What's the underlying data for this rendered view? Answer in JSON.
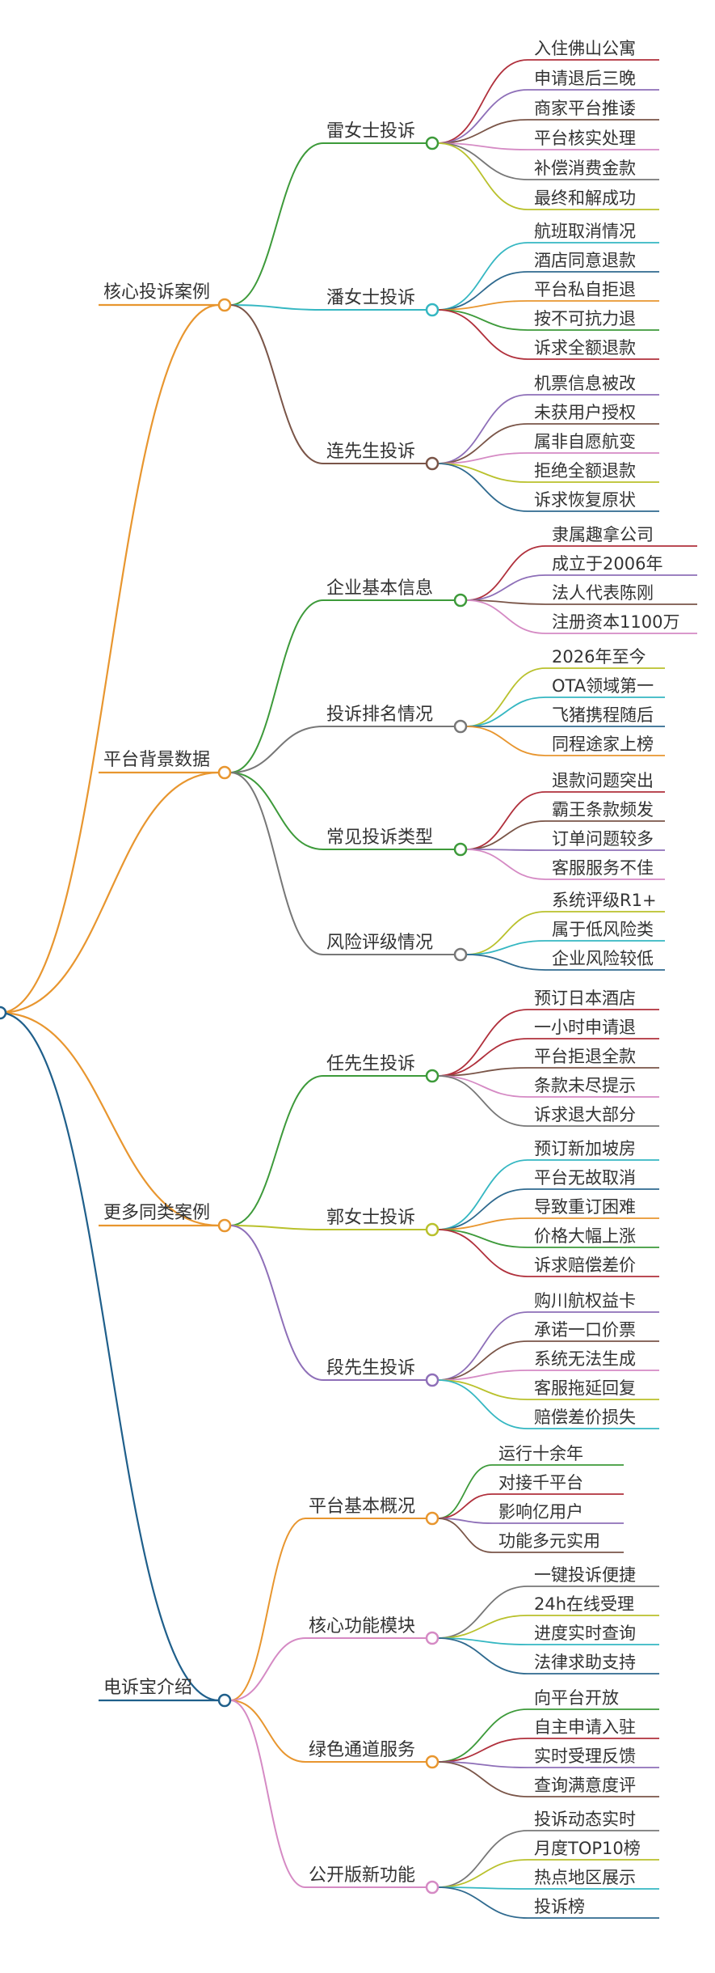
{
  "colors": {
    "orange": "#e8962f",
    "blue": "#1f5f8b",
    "green": "#3d9a3a",
    "cyan": "#35b7c2",
    "brown": "#7a5548",
    "gray": "#777777",
    "olive": "#b9c12c",
    "purple": "#8e6fb8",
    "pink": "#d58ac4",
    "red": "#b0303c",
    "navy": "#2f6a8f"
  },
  "branches": [
    {
      "label": "核心投诉案例",
      "color": "orange",
      "children": [
        {
          "label": "雷女士投诉",
          "color": "green",
          "leaves": [
            {
              "label": "入住佛山公寓",
              "color": "red"
            },
            {
              "label": "申请退后三晚",
              "color": "purple"
            },
            {
              "label": "商家平台推诿",
              "color": "brown"
            },
            {
              "label": "平台核实处理",
              "color": "pink"
            },
            {
              "label": "补偿消费金款",
              "color": "gray"
            },
            {
              "label": "最终和解成功",
              "color": "olive"
            }
          ]
        },
        {
          "label": "潘女士投诉",
          "color": "cyan",
          "leaves": [
            {
              "label": "航班取消情况",
              "color": "cyan"
            },
            {
              "label": "酒店同意退款",
              "color": "navy"
            },
            {
              "label": "平台私自拒退",
              "color": "orange"
            },
            {
              "label": "按不可抗力退",
              "color": "green"
            },
            {
              "label": "诉求全额退款",
              "color": "red"
            }
          ]
        },
        {
          "label": "连先生投诉",
          "color": "brown",
          "leaves": [
            {
              "label": "机票信息被改",
              "color": "purple"
            },
            {
              "label": "未获用户授权",
              "color": "brown"
            },
            {
              "label": "属非自愿航变",
              "color": "pink"
            },
            {
              "label": "拒绝全额退款",
              "color": "olive"
            },
            {
              "label": "诉求恢复原状",
              "color": "navy"
            }
          ]
        }
      ]
    },
    {
      "label": "平台背景数据",
      "color": "orange",
      "children": [
        {
          "label": "企业基本信息",
          "color": "green",
          "leaves": [
            {
              "label": "隶属趣拿公司",
              "color": "red"
            },
            {
              "label": "成立于2006年",
              "color": "purple"
            },
            {
              "label": "法人代表陈刚",
              "color": "brown"
            },
            {
              "label": "注册资本1100万",
              "color": "pink"
            }
          ]
        },
        {
          "label": "投诉排名情况",
          "color": "gray",
          "leaves": [
            {
              "label": "2026年至今",
              "color": "olive"
            },
            {
              "label": "OTA领域第一",
              "color": "cyan"
            },
            {
              "label": "飞猪携程随后",
              "color": "navy"
            },
            {
              "label": "同程途家上榜",
              "color": "orange"
            }
          ]
        },
        {
          "label": "常见投诉类型",
          "color": "green",
          "leaves": [
            {
              "label": "退款问题突出",
              "color": "red"
            },
            {
              "label": "霸王条款频发",
              "color": "brown"
            },
            {
              "label": "订单问题较多",
              "color": "purple"
            },
            {
              "label": "客服服务不佳",
              "color": "pink"
            }
          ]
        },
        {
          "label": "风险评级情况",
          "color": "gray",
          "leaves": [
            {
              "label": "系统评级R1+",
              "color": "olive"
            },
            {
              "label": "属于低风险类",
              "color": "cyan"
            },
            {
              "label": "企业风险较低",
              "color": "navy"
            }
          ]
        }
      ]
    },
    {
      "label": "更多同类案例",
      "color": "orange",
      "children": [
        {
          "label": "任先生投诉",
          "color": "green",
          "leaves": [
            {
              "label": "预订日本酒店",
              "color": "red"
            },
            {
              "label": "一小时申请退",
              "color": "red"
            },
            {
              "label": "平台拒退全款",
              "color": "brown"
            },
            {
              "label": "条款未尽提示",
              "color": "pink"
            },
            {
              "label": "诉求退大部分",
              "color": "gray"
            }
          ]
        },
        {
          "label": "郭女士投诉",
          "color": "olive",
          "leaves": [
            {
              "label": "预订新加坡房",
              "color": "cyan"
            },
            {
              "label": "平台无故取消",
              "color": "navy"
            },
            {
              "label": "导致重订困难",
              "color": "orange"
            },
            {
              "label": "价格大幅上涨",
              "color": "green"
            },
            {
              "label": "诉求赔偿差价",
              "color": "red"
            }
          ]
        },
        {
          "label": "段先生投诉",
          "color": "purple",
          "leaves": [
            {
              "label": "购川航权益卡",
              "color": "purple"
            },
            {
              "label": "承诺一口价票",
              "color": "brown"
            },
            {
              "label": "系统无法生成",
              "color": "pink"
            },
            {
              "label": "客服拖延回复",
              "color": "olive"
            },
            {
              "label": "赔偿差价损失",
              "color": "cyan"
            }
          ]
        }
      ]
    },
    {
      "label": "电诉宝介绍",
      "color": "blue",
      "children": [
        {
          "label": "平台基本概况",
          "color": "orange",
          "leaves": [
            {
              "label": "运行十余年",
              "color": "green"
            },
            {
              "label": "对接千平台",
              "color": "red"
            },
            {
              "label": "影响亿用户",
              "color": "purple"
            },
            {
              "label": "功能多元实用",
              "color": "brown"
            }
          ]
        },
        {
          "label": "核心功能模块",
          "color": "pink",
          "leaves": [
            {
              "label": "一键投诉便捷",
              "color": "gray"
            },
            {
              "label": "24h在线受理",
              "color": "olive"
            },
            {
              "label": "进度实时查询",
              "color": "cyan"
            },
            {
              "label": "法律求助支持",
              "color": "navy"
            }
          ]
        },
        {
          "label": "绿色通道服务",
          "color": "orange",
          "leaves": [
            {
              "label": "向平台开放",
              "color": "green"
            },
            {
              "label": "自主申请入驻",
              "color": "red"
            },
            {
              "label": "实时受理反馈",
              "color": "purple"
            },
            {
              "label": "查询满意度评",
              "color": "brown"
            }
          ]
        },
        {
          "label": "公开版新功能",
          "color": "pink",
          "leaves": [
            {
              "label": "投诉动态实时",
              "color": "gray"
            },
            {
              "label": "月度TOP10榜",
              "color": "olive"
            },
            {
              "label": "热点地区展示",
              "color": "cyan"
            },
            {
              "label": "投诉榜",
              "color": "navy"
            }
          ]
        }
      ]
    }
  ]
}
